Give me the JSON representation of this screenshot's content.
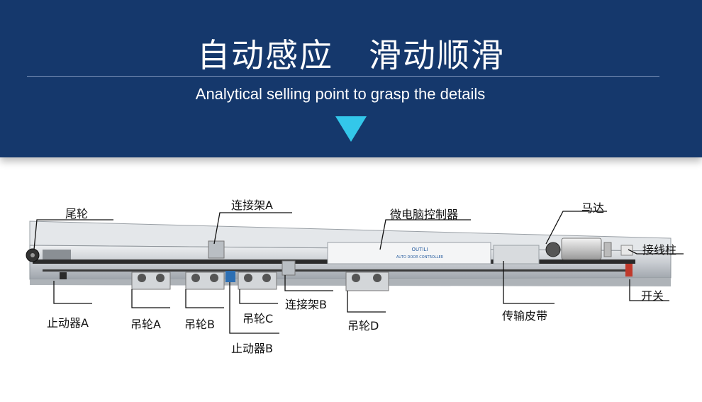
{
  "header": {
    "title": "自动感应   滑动顺滑",
    "subtitle": "Analytical selling point to grasp the details"
  },
  "colors": {
    "banner_bg": "#15386c",
    "arrow": "#33c7ea",
    "rail": "#c9cdd2"
  },
  "diagram": {
    "controller_brand": "OUTILI",
    "controller_model": "AUTO DOOR CONTROLLER",
    "labels": {
      "tail_wheel": "尾轮",
      "bracket_a": "连接架A",
      "controller": "微电脑控制器",
      "motor": "马达",
      "terminal": "接线柱",
      "switch": "开关",
      "stopper_a": "止动器A",
      "hanger_a": "吊轮A",
      "hanger_b": "吊轮B",
      "hanger_c": "吊轮C",
      "bracket_b": "连接架B",
      "hanger_d": "吊轮D",
      "belt": "传输皮带",
      "stopper_b": "止动器B"
    }
  }
}
